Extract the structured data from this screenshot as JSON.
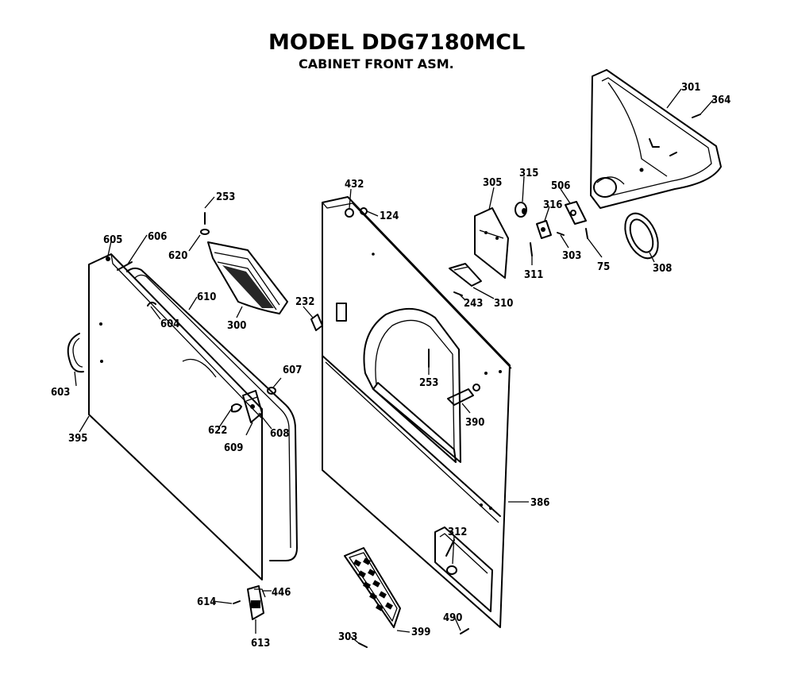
{
  "header": {
    "model_title": "MODEL DDG7180MCL",
    "subtitle": "CABINET FRONT ASM."
  },
  "part_labels": {
    "p253a": "253",
    "p620": "620",
    "p605": "605",
    "p606": "606",
    "p610": "610",
    "p604": "604",
    "p300": "300",
    "p603": "603",
    "p395": "395",
    "p607": "607",
    "p622": "622",
    "p609": "609",
    "p608": "608",
    "p614": "614",
    "p446": "446",
    "p613": "613",
    "p432": "432",
    "p124": "124",
    "p232": "232",
    "p253b": "253",
    "p390": "390",
    "p386": "386",
    "p312": "312",
    "p303a": "303",
    "p399": "399",
    "p490": "490",
    "p305": "305",
    "p315": "315",
    "p316": "316",
    "p506": "506",
    "p303b": "303",
    "p311": "311",
    "p75": "75",
    "p243": "243",
    "p310": "310",
    "p301": "301",
    "p364": "364",
    "p308": "308"
  }
}
